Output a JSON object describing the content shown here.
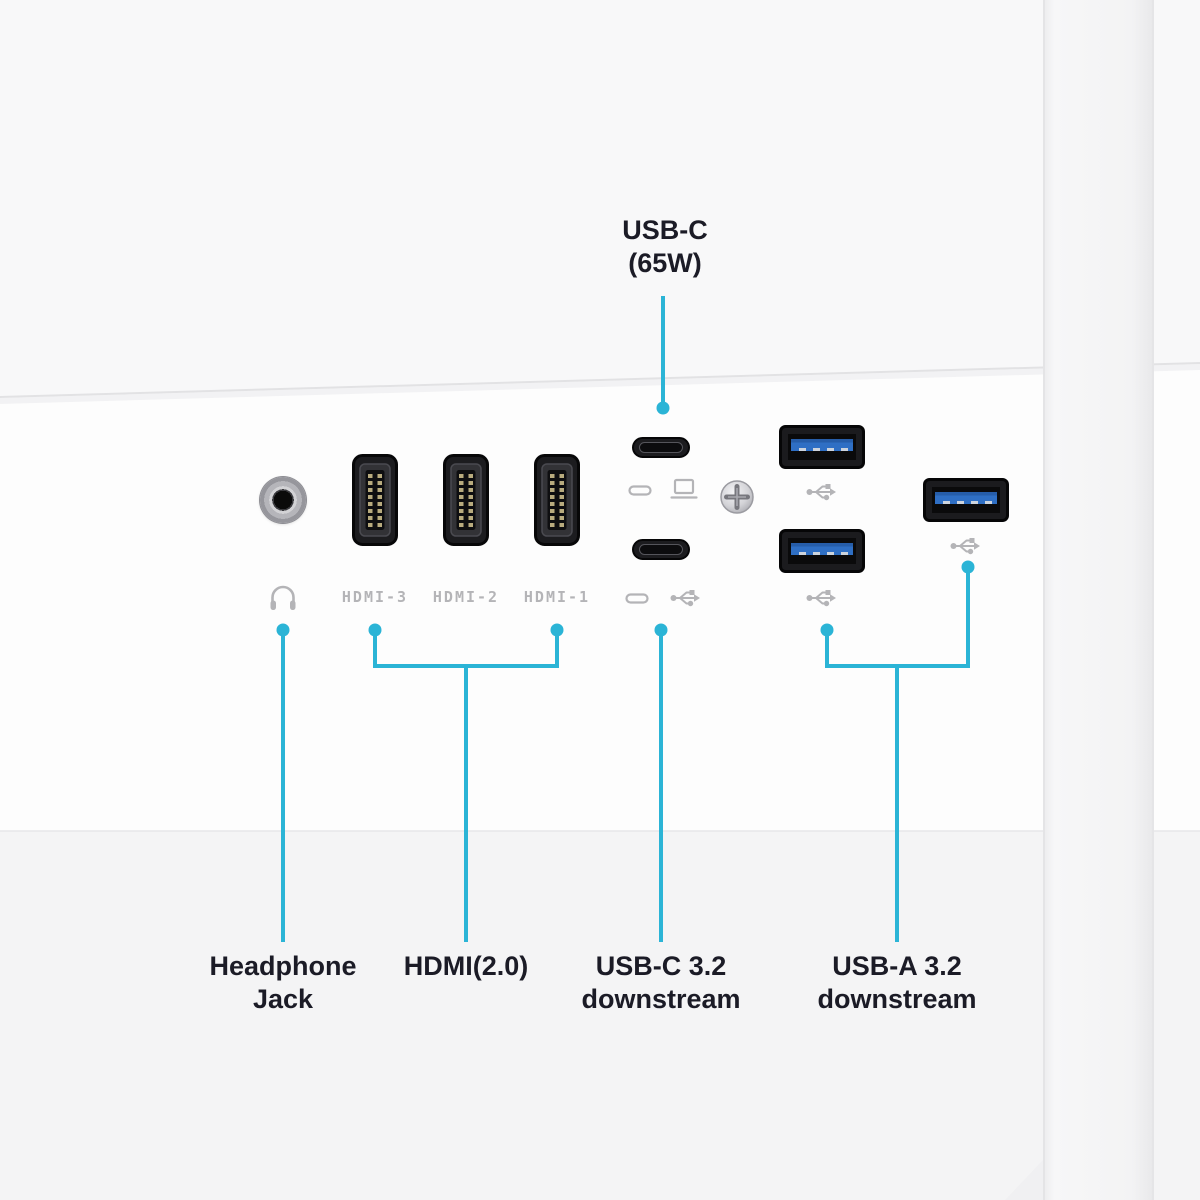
{
  "colors": {
    "accent": "#2bb4d6",
    "label_text": "#1b1b26",
    "muted_gray": "#b4b4b7"
  },
  "callouts": {
    "usb_c_power": {
      "line1": "USB-C",
      "line2": "(65W)"
    },
    "headphone": {
      "line1": "Headphone",
      "line2": "Jack"
    },
    "hdmi": {
      "line1": "HDMI(2.0)"
    },
    "usb_c_downstream": {
      "line1": "USB-C 3.2",
      "line2": "downstream"
    },
    "usb_a_downstream": {
      "line1": "USB-A 3.2",
      "line2": "downstream"
    }
  },
  "port_labels": {
    "hdmi_3": "HDMI-3",
    "hdmi_2": "HDMI-2",
    "hdmi_1": "HDMI-1"
  },
  "icons": {
    "headphone": "headphone-icon",
    "usb": "usb-trident-icon",
    "usb_c": "usb-c-pill-icon",
    "laptop": "laptop-icon",
    "screw": "phillips-screw-icon"
  }
}
